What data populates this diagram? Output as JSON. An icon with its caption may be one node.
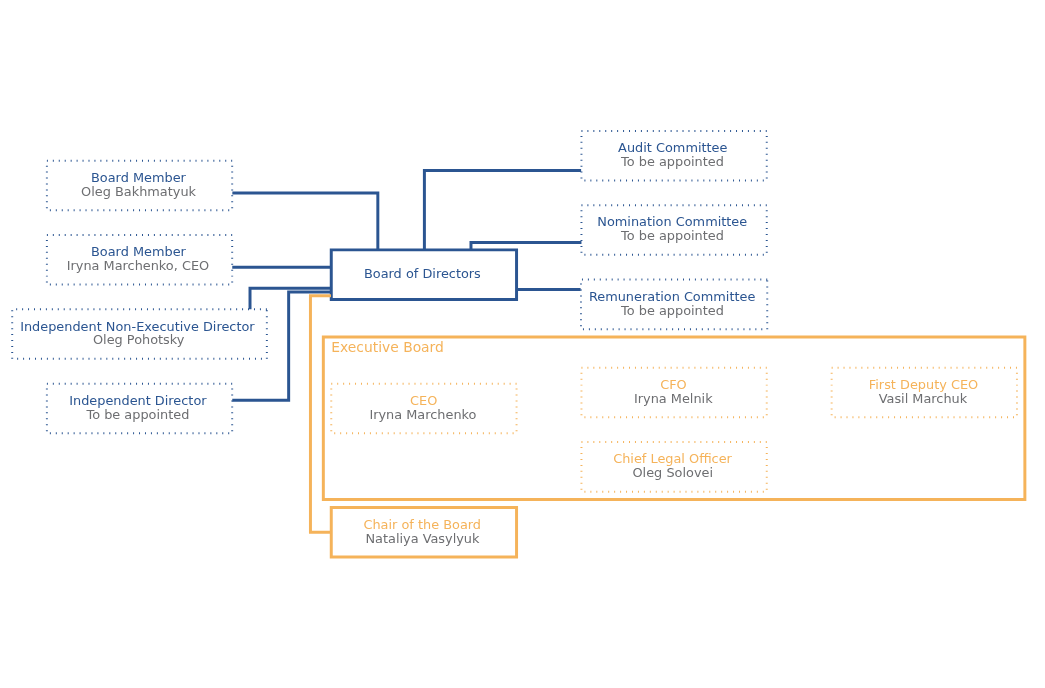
{
  "diagram": {
    "nodes": [
      {
        "text": [
          "Board Member",
          "Oleg Bakhmatyuk"
        ]
      },
      {
        "text": [
          "Board Member",
          "Iryna Marchenko, CEO"
        ]
      },
      {
        "text": [
          "Independent Non-Executive Director",
          "Oleg Pohotsky"
        ]
      },
      {
        "text": [
          "Independent Director",
          "To be appointed"
        ]
      },
      {
        "text": [
          "Chair of the Board",
          "Nataliya Vasylyuk"
        ]
      },
      {
        "text": [
          "Board of Directors"
        ]
      },
      {
        "text": [
          "Audit Committee",
          "To be appointed"
        ]
      },
      {
        "text": [
          "Nomination Committee",
          "To be appointed"
        ]
      },
      {
        "text": [
          "Remuneration Committee",
          "To be appointed"
        ]
      },
      {
        "text": [
          "Executive Board"
        ]
      },
      {
        "text": [
          "CEO",
          "Iryna Marchenko"
        ],
        "in": 9
      },
      {
        "text": [
          "CFO",
          "Iryna Melnik"
        ],
        "in": 9
      },
      {
        "text": [
          "First Deputy CEO",
          "Vasil Marchuk"
        ],
        "in": 9
      },
      {
        "text": [
          "Chief Legal Officer",
          "Oleg Solovei"
        ],
        "in": 9
      }
    ],
    "edges": [
      {
        "from": 0,
        "to": 5,
        "arrow": "none"
      },
      {
        "from": 1,
        "to": 5,
        "arrow": "none"
      },
      {
        "from": 2,
        "to": 5,
        "arrow": "none"
      },
      {
        "from": 3,
        "to": 5,
        "arrow": "none"
      },
      {
        "from": 4,
        "to": 5,
        "arrow": "none",
        "color": "#f5b35a"
      },
      {
        "from": 5,
        "to": 6,
        "arrow": "none"
      },
      {
        "from": 5,
        "to": 7,
        "arrow": "none"
      },
      {
        "from": 5,
        "to": 8,
        "arrow": "none"
      }
    ]
  }
}
